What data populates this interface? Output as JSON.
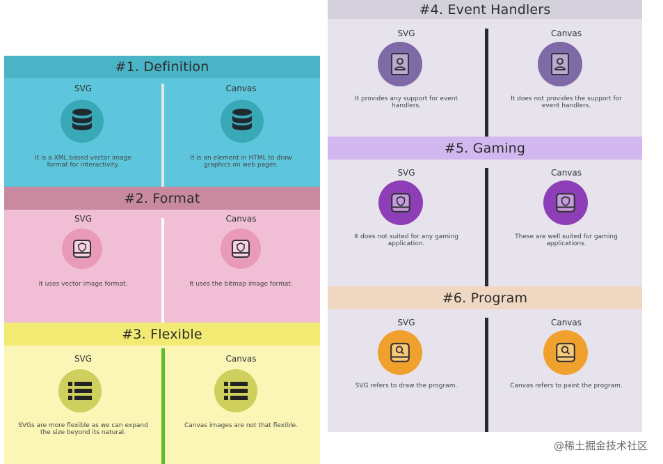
{
  "left": {
    "definition": {
      "title": "#1. Definition",
      "svg": {
        "label": "SVG",
        "icon": "database-icon",
        "text": "It is a XML based vector image\nformat for interactivity."
      },
      "canvas": {
        "label": "Canvas",
        "icon": "database-icon",
        "text": "It is an element in HTML to draw\ngraphics on web pages."
      },
      "colors": {
        "head": "#4bb3c6",
        "body": "#5ec6dc",
        "circle": "#3aa9b7"
      }
    },
    "format": {
      "title": "#2. Format",
      "svg": {
        "label": "SVG",
        "icon": "drive-shield-icon",
        "text": "It uses vector image format."
      },
      "canvas": {
        "label": "Canvas",
        "icon": "drive-shield-icon",
        "text": "It uses the bitmap image format."
      },
      "colors": {
        "head": "#c98aa0",
        "body": "#f1bfd5",
        "circle": "#e99ab8"
      }
    },
    "flexible": {
      "title": "#3. Flexible",
      "svg": {
        "label": "SVG",
        "icon": "list-icon",
        "text": "SVGs are more flexible as we can expand\nthe size beyond its natural."
      },
      "canvas": {
        "label": "Canvas",
        "icon": "list-icon",
        "text": "Canvas images are not that flexible."
      },
      "colors": {
        "head": "#f2ea72",
        "body": "#fbf6b6",
        "circle": "#cfcf5e"
      }
    }
  },
  "right": {
    "events": {
      "title": "#4. Event Handlers",
      "svg": {
        "label": "SVG",
        "icon": "profile-card-icon",
        "text": "It provides any support for event\nhandlers."
      },
      "canvas": {
        "label": "Canvas",
        "icon": "profile-card-icon",
        "text": "It does not provides the support for\nevent handlers."
      },
      "colors": {
        "head": "#d4d0dc",
        "body": "#e6e3ec",
        "circle": "#7e6aa6"
      }
    },
    "gaming": {
      "title": "#5. Gaming",
      "svg": {
        "label": "SVG",
        "icon": "drive-shield-icon",
        "text": "It does not suited for any gaming\napplication."
      },
      "canvas": {
        "label": "Canvas",
        "icon": "drive-shield-icon",
        "text": "These are well suited for gaming\napplications."
      },
      "colors": {
        "head": "#d3b8ef",
        "body": "#e6e3ec",
        "circle": "#8e3fb7"
      }
    },
    "program": {
      "title": "#6. Program",
      "svg": {
        "label": "SVG",
        "icon": "drive-search-icon",
        "text": "SVG refers to draw the program."
      },
      "canvas": {
        "label": "Canvas",
        "icon": "drive-search-icon",
        "text": "Canvas refers to paint the program."
      },
      "colors": {
        "head": "#f0d7c2",
        "body": "#e6e3ec",
        "circle": "#f0a02c"
      }
    }
  },
  "watermark": "@稀土掘金技术社区"
}
